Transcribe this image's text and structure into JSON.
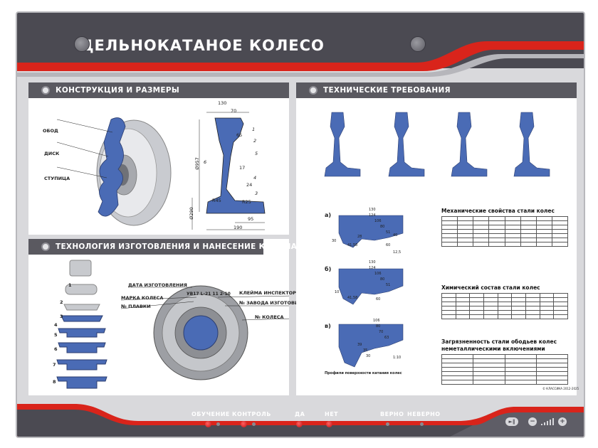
{
  "title": "ЦЕЛЬНОКАТАНОЕ КОЛЕСО",
  "panels": {
    "construction": {
      "title": "КОНСТРУКЦИЯ И РАЗМЕРЫ"
    },
    "technology": {
      "title": "ТЕХНОЛОГИЯ ИЗГОТОВЛЕНИЯ  И НАНЕСЕНИЕ КЛЕЙМА"
    },
    "requirements": {
      "title": "ТЕХНИЧЕСКИЕ ТРЕБОВАНИЯ"
    }
  },
  "wheel_parts": [
    "ОБОД",
    "ДИСК",
    "СТУПИЦА"
  ],
  "drawing_dims": {
    "top": "130",
    "width70": "70",
    "bottom": "190",
    "base": "95",
    "dia957": "Ø957",
    "dia290": "Ø290",
    "n1": "1",
    "n2": "2",
    "n3": "3",
    "n4": "4",
    "n5": "5",
    "n6": "6",
    "d65": "65",
    "d17": "17",
    "d24": "24",
    "r45": "R45",
    "r25": "R25"
  },
  "stamp_labels": {
    "date": "ДАТА ИЗГОТОВЛЕНИЯ",
    "mark": "МАРКА КОЛЕСА",
    "heat": "№ ПЛАВКИ",
    "inspector": "КЛЕЙМА ИНСПЕКТОРА МПС",
    "factory": "№ ЗАВОДА ИЗГОТОВИТЕЛЯ",
    "wheel_no": "№ КОЛЕСА",
    "stamp_text": "УВ17 L-21  11  2-10"
  },
  "steps": [
    "1",
    "2",
    "3",
    "4",
    "5",
    "6",
    "7",
    "8"
  ],
  "profiles": {
    "a": "а)",
    "b": "б)",
    "v": "в)",
    "a_vals": [
      "130",
      "124",
      "106",
      "80",
      "51",
      "40",
      "28",
      "30",
      "41,58",
      "60",
      "12,5"
    ],
    "b_vals": [
      "130",
      "124",
      "106",
      "80",
      "51",
      "41,58",
      "10",
      "60"
    ],
    "v_vals": [
      "106",
      "80",
      "70",
      "63",
      "39",
      "35",
      "30",
      "1:10"
    ]
  },
  "tables": {
    "mech": "Механические свойства стали колес",
    "chem": "Химический состав стали колес",
    "contam_1": "Загрязненность стали ободьев колес",
    "contam_2": "неметаллическими включениями"
  },
  "footer_note": "Профили поверхности катания колес",
  "copyright": "© КЛАССИКА 2012-2025",
  "buttons": {
    "training": "ОБУЧЕНИЕ",
    "control": "КОНТРОЛЬ",
    "yes": "ДА",
    "no": "НЕТ",
    "correct": "ВЕРНО",
    "incorrect": "НЕВЕРНО"
  },
  "controls": {
    "minus": "−",
    "plus": "+"
  },
  "colors": {
    "accent_red": "#d9241b",
    "dark_grey": "#4b4a52",
    "part_blue": "#4a6bb5"
  }
}
